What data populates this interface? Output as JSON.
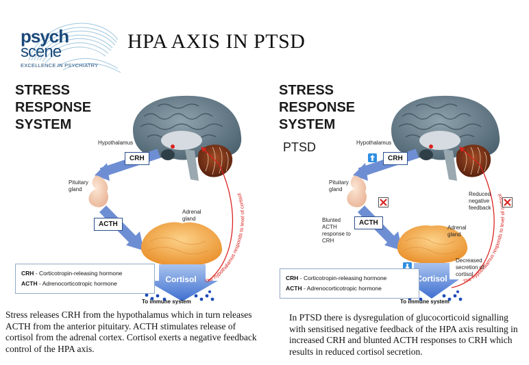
{
  "logo": {
    "word1": "psych",
    "word2": "scene",
    "tagline": "EXCELLENCE IN PSYCHIATRY"
  },
  "title": "HPA AXIS IN PTSD",
  "left": {
    "heading_lines": [
      "STRESS",
      "RESPONSE",
      "SYSTEM"
    ],
    "labels": {
      "hypothalamus": "Hypothalamus",
      "pituitary": "Pituitary gland",
      "adrenal": "Adrenal gland",
      "crh": "CRH",
      "acth": "ACTH",
      "cortisol": "Cortisol",
      "immune": "To immune system",
      "feedback": "The hypothalamus responds to level of cortisol"
    },
    "legend": [
      {
        "abbr": "CRH",
        "text": " - Corticotropin-releasing hormone"
      },
      {
        "abbr": "ACTH",
        "text": " - Adrenocorticotropic hormone"
      }
    ],
    "caption": "Stress releases CRH from the hypothalamus which in turn releases ACTH from the anterior pituitary. ACTH stimulates release of cortisol from the adrenal cortex. Cortisol exerts a negative feedback control of the HPA axis."
  },
  "right": {
    "heading_lines": [
      "STRESS",
      "RESPONSE",
      "SYSTEM"
    ],
    "ptsd": "PTSD",
    "labels": {
      "hypothalamus": "Hypothalamus",
      "pituitary": "Pituitary gland",
      "adrenal": "Adrenal gland",
      "crh": "CRH",
      "acth": "ACTH",
      "cortisol": "Cortisol",
      "immune": "To immune system",
      "blunted": "Blunted ACTH response to CRH",
      "reduced": "Reduced negative feedback",
      "decreased": "Decreased secretion of cortisol",
      "feedback": "The hypothalamus responds to level of cortisol"
    },
    "legend": [
      {
        "abbr": "CRH",
        "text": " - Corticotropin-releasing hormone"
      },
      {
        "abbr": "ACTH",
        "text": " - Adrenocorticotropic hormone"
      }
    ],
    "caption": "In PTSD there is dysregulation of glucocorticoid signalling with sensitised negative feedback of the HPA axis resulting in increased CRH and blunted ACTH responses to CRH which results in reduced cortisol secretion."
  },
  "colors": {
    "brain": "#5a7280",
    "cerebellum": "#6b2a14",
    "arrow": "#6e8ed4",
    "adrenal": "#f2a444",
    "feedback": "#d9231f",
    "navy": "#1b4a7a"
  }
}
